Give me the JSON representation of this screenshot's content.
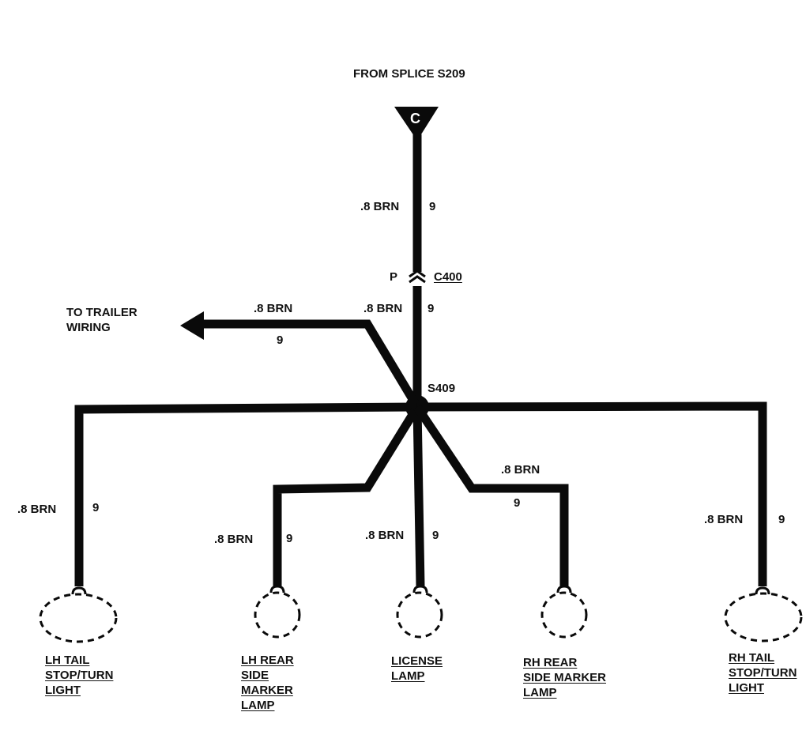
{
  "source": {
    "title": "FROM SPLICE S209",
    "connector_letter": "C"
  },
  "feed_wire": {
    "size_color": ".8 BRN",
    "circuit": "9"
  },
  "connector": {
    "pin": "P",
    "name": "C400"
  },
  "splice_wire": {
    "size_color": ".8 BRN",
    "circuit": "9"
  },
  "splice": {
    "name": "S409"
  },
  "trailer": {
    "label_lines": [
      "TO TRAILER",
      "WIRING"
    ],
    "wire": {
      "size_color": ".8 BRN",
      "circuit": "9"
    }
  },
  "loads": [
    {
      "name_lines": [
        "LH TAIL",
        "STOP/TURN",
        "LIGHT"
      ],
      "wire": {
        "size_color": ".8 BRN",
        "circuit": "9"
      }
    },
    {
      "name_lines": [
        "LH REAR",
        "SIDE",
        "MARKER",
        "LAMP"
      ],
      "wire": {
        "size_color": ".8 BRN",
        "circuit": "9"
      }
    },
    {
      "name_lines": [
        "LICENSE",
        "LAMP"
      ],
      "wire": {
        "size_color": ".8 BRN",
        "circuit": "9"
      }
    },
    {
      "name_lines": [
        "RH REAR",
        "SIDE MARKER",
        "LAMP"
      ],
      "wire": {
        "size_color": ".8 BRN",
        "circuit": "9"
      }
    },
    {
      "name_lines": [
        "RH TAIL",
        "STOP/TURN",
        "LIGHT"
      ],
      "wire": {
        "size_color": ".8 BRN",
        "circuit": "9"
      }
    }
  ]
}
